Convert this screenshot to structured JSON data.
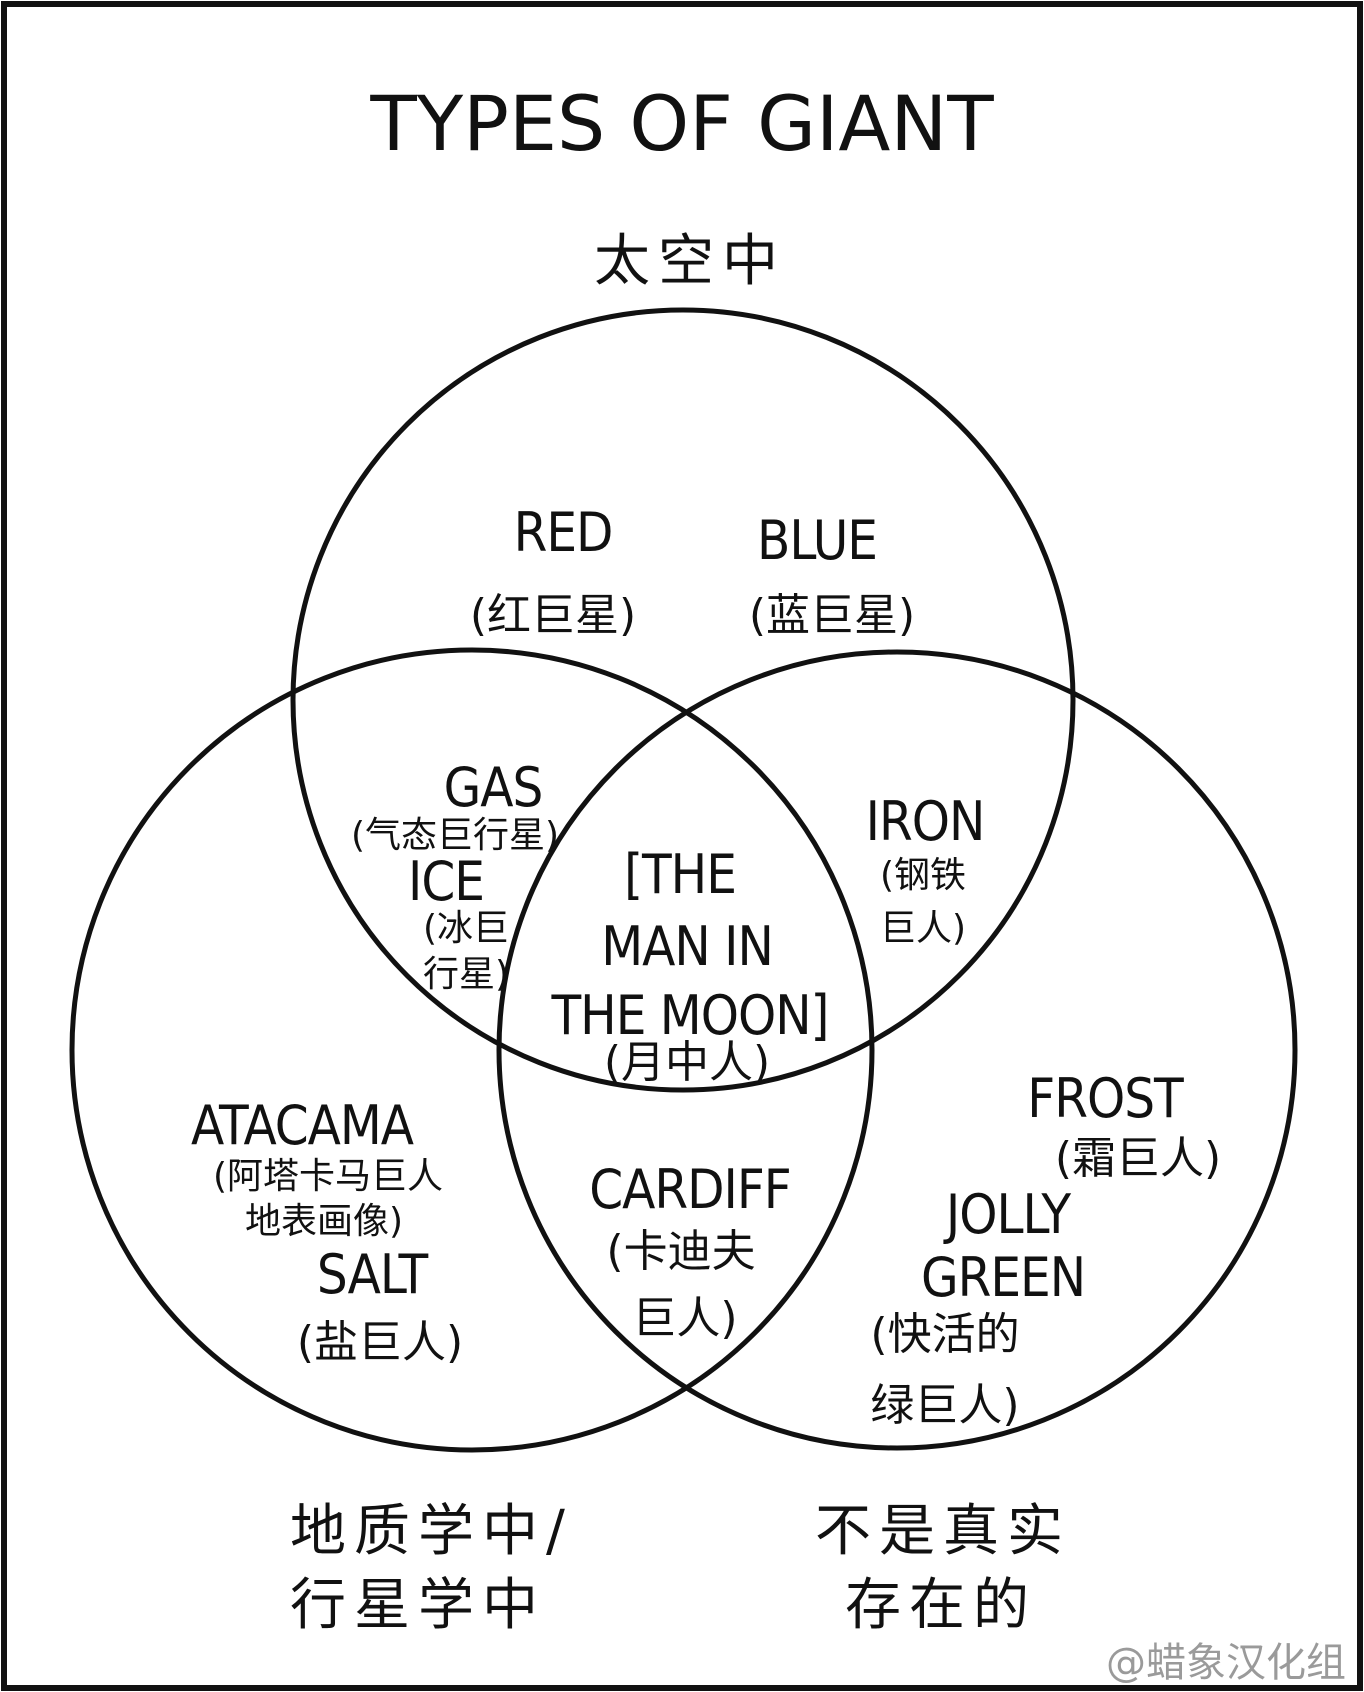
{
  "title": "TYPES OF GIANT",
  "sets": {
    "top": "太空中",
    "left_line1": "地质学中/",
    "left_line2": "行星学中",
    "right_line1": "不是真实",
    "right_line2": "存在的"
  },
  "items": {
    "red": {
      "en": "RED",
      "zh": "(红巨星)"
    },
    "blue": {
      "en": "BLUE",
      "zh": "(蓝巨星)"
    },
    "gas": {
      "en": "GAS",
      "zh": "(气态巨行星)"
    },
    "ice": {
      "en": "ICE",
      "zh_line1": "(冰巨",
      "zh_line2": "行星)"
    },
    "moon": {
      "en_line1": "[THE",
      "en_line2": "MAN IN",
      "en_line3": "THE MOON]",
      "zh": "(月中人)"
    },
    "iron": {
      "en": "IRON",
      "zh_line1": "(钢铁",
      "zh_line2": "巨人)"
    },
    "atacama": {
      "en": "ATACAMA",
      "zh_line1": "(阿塔卡马巨人",
      "zh_line2": "地表画像)"
    },
    "salt": {
      "en": "SALT",
      "zh": "(盐巨人)"
    },
    "cardiff": {
      "en": "CARDIFF",
      "zh_line1": "(卡迪夫",
      "zh_line2": "巨人)"
    },
    "frost": {
      "en": "FROST",
      "zh": "(霜巨人)"
    },
    "jolly": {
      "en_line1": "JOLLY",
      "en_line2": "GREEN",
      "zh_line1": "(快活的",
      "zh_line2": "绿巨人)"
    }
  },
  "credit": "@蜡象汉化组",
  "colors": {
    "ink": "#111111",
    "background": "#ffffff",
    "credit": "#9a9a9a"
  }
}
